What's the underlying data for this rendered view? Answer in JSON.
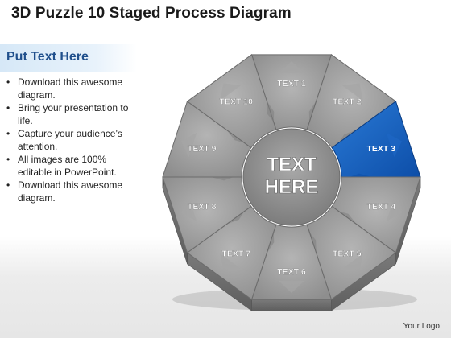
{
  "title": "3D Puzzle 10 Staged Process Diagram",
  "sidebar": {
    "heading": "Put Text Here",
    "bullets": [
      "Download this awesome diagram.",
      "Bring your presentation to life.",
      "Capture your audience’s attention.",
      "All images are 100% editable in PowerPoint.",
      "Download this awesome diagram."
    ]
  },
  "diagram": {
    "center_line1": "TEXT",
    "center_line2": "HERE",
    "highlight_color": "#1565c0",
    "piece_color": "#9a9a9a",
    "segments": [
      {
        "label": "TEXT 1",
        "highlighted": false
      },
      {
        "label": "TEXT 2",
        "highlighted": false
      },
      {
        "label": "TEXT 3",
        "highlighted": true
      },
      {
        "label": "TEXT 4",
        "highlighted": false
      },
      {
        "label": "TEXT 5",
        "highlighted": false
      },
      {
        "label": "TEXT 6",
        "highlighted": false
      },
      {
        "label": "TEXT 7",
        "highlighted": false
      },
      {
        "label": "TEXT 8",
        "highlighted": false
      },
      {
        "label": "TEXT 9",
        "highlighted": false
      },
      {
        "label": "TEXT 10",
        "highlighted": false
      }
    ]
  },
  "footer": "Your Logo"
}
